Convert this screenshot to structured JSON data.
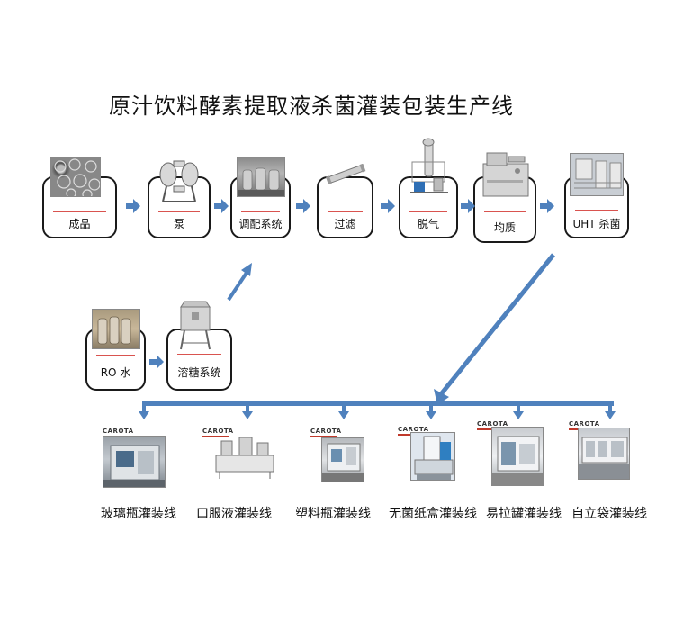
{
  "title": "原汁饮料酵素提取液杀菌灌装包装生产线",
  "process": [
    {
      "id": "finished",
      "label": "成品",
      "icon": "product-photo"
    },
    {
      "id": "pump",
      "label": "泵",
      "icon": "pump-photo"
    },
    {
      "id": "mixing",
      "label": "调配系统",
      "icon": "mixing-tanks-photo"
    },
    {
      "id": "filter",
      "label": "过滤",
      "icon": "filter-photo"
    },
    {
      "id": "degas",
      "label": "脱气",
      "icon": "degasser-photo"
    },
    {
      "id": "homogenize",
      "label": "均质",
      "icon": "homogenizer-photo"
    },
    {
      "id": "uht",
      "label": "UHT 杀菌",
      "icon": "uht-sterilizer-photo"
    }
  ],
  "feed": [
    {
      "id": "ro",
      "label": "RO 水",
      "icon": "ro-water-photo"
    },
    {
      "id": "sugar",
      "label": "溶糖系统",
      "icon": "sugar-dissolving-photo"
    }
  ],
  "lines": [
    {
      "label": "玻璃瓶灌装线",
      "logo": "CAROTA"
    },
    {
      "label": "口服液灌装线",
      "logo": "CAROTA"
    },
    {
      "label": "塑料瓶灌装线",
      "logo": "CAROTA"
    },
    {
      "label": "无菌纸盒灌装线",
      "logo": "CAROTA"
    },
    {
      "label": "易拉罐灌装线",
      "logo": "CAROTA"
    },
    {
      "label": "自立袋灌装线",
      "logo": "CAROTA"
    }
  ],
  "colors": {
    "arrow": "#4f81bd",
    "arrow_dark": "#3a6aa5",
    "accent": "#d9534f"
  }
}
